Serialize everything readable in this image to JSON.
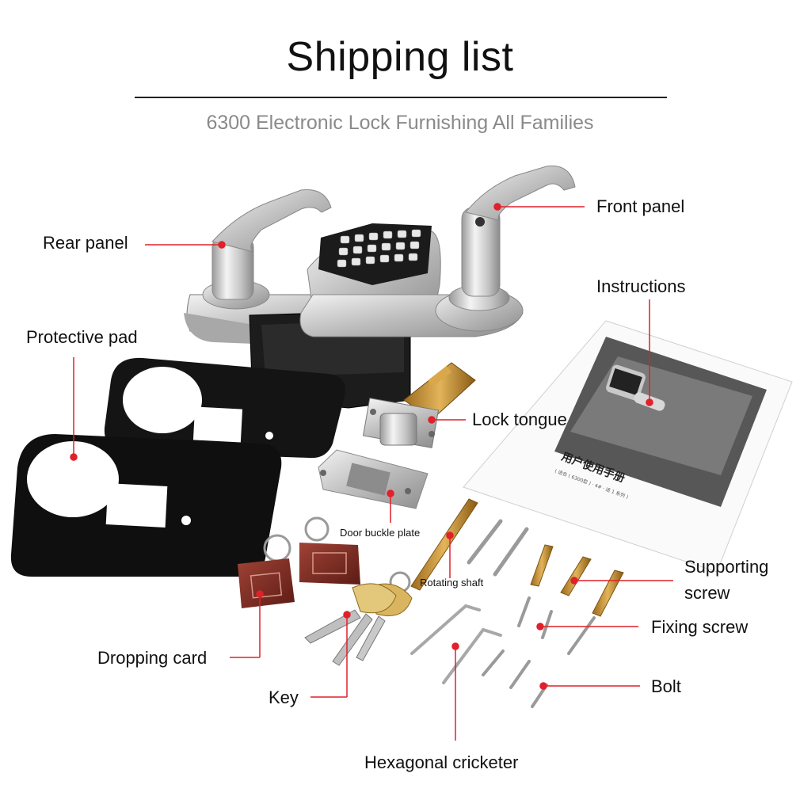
{
  "header": {
    "title": "Shipping list",
    "subtitle": "6300 Electronic Lock Furnishing All Families"
  },
  "labels": {
    "rear_panel": "Rear panel",
    "front_panel": "Front panel",
    "instructions": "Instructions",
    "protective_pad": "Protective pad",
    "lock_tongue": "Lock tongue",
    "door_buckle_plate": "Door buckle plate",
    "rotating_shaft": "Rotating shaft",
    "supporting_screw_1": "Supporting",
    "supporting_screw_2": "screw",
    "fixing_screw": "Fixing screw",
    "dropping_card": "Dropping card",
    "key": "Key",
    "bolt": "Bolt",
    "hexagonal_cricketer": "Hexagonal cricketer"
  },
  "manual": {
    "cover_title": "用户使用手册",
    "cover_subtitle": "( 适合 ( 6300型 ) · 4# · 适 1 系列 )"
  },
  "colors": {
    "leader_line": "#e0202a",
    "metal": "#c9c9c9",
    "pad": "#151515",
    "card": "#7a2b23"
  }
}
